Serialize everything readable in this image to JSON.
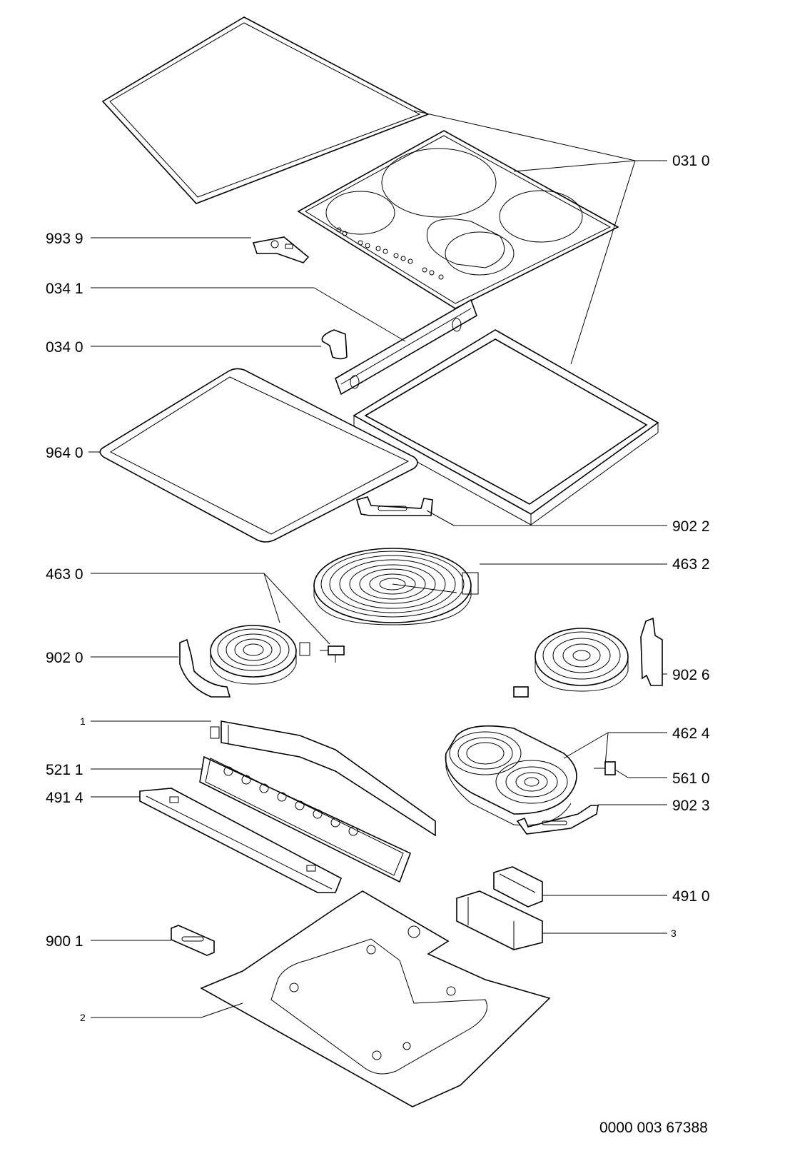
{
  "labels": {
    "p031_0": "031 0",
    "p993_9": "993 9",
    "p034_1": "034 1",
    "p034_0": "034 0",
    "p964_0": "964 0",
    "p902_2": "902 2",
    "p463_2": "463 2",
    "p463_0": "463 0",
    "p902_0": "902 0",
    "p902_6": "902 6",
    "p1": "1",
    "p462_4": "462 4",
    "p521_1": "521 1",
    "p561_0": "561 0",
    "p491_4": "491 4",
    "p902_3": "902 3",
    "p491_0": "491 0",
    "p3": "3",
    "p900_1": "900 1",
    "p2": "2"
  },
  "document_number": "0000 003 67388"
}
